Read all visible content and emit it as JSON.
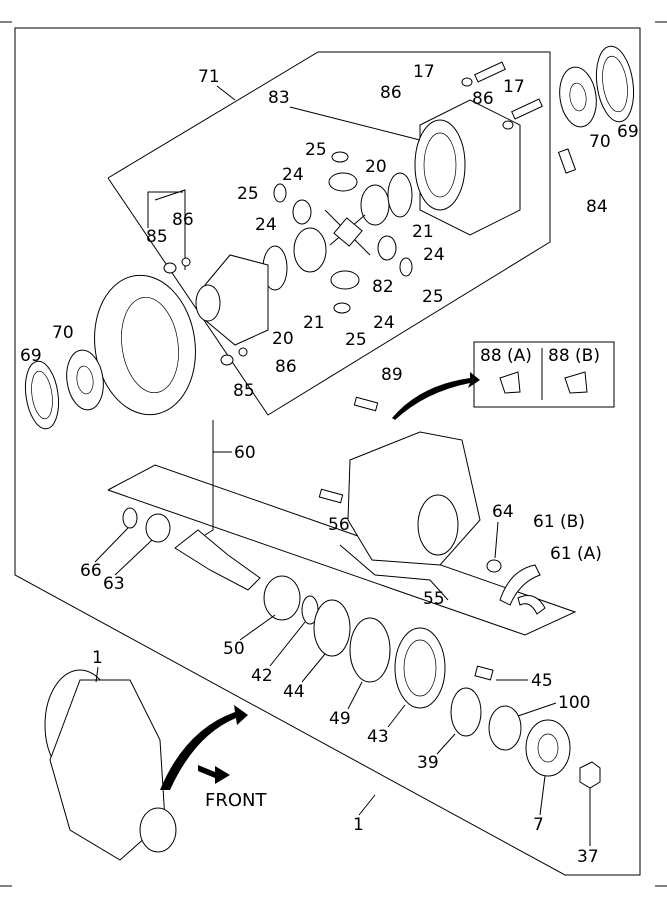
{
  "labels": [
    {
      "key": "71",
      "text": "71"
    },
    {
      "key": "17a",
      "text": "17"
    },
    {
      "key": "86a",
      "text": "86"
    },
    {
      "key": "17b",
      "text": "17"
    },
    {
      "key": "86b",
      "text": "86"
    },
    {
      "key": "83",
      "text": "83"
    },
    {
      "key": "69a",
      "text": "69"
    },
    {
      "key": "70a",
      "text": "70"
    },
    {
      "key": "25a",
      "text": "25"
    },
    {
      "key": "24a",
      "text": "24"
    },
    {
      "key": "20a",
      "text": "20"
    },
    {
      "key": "25b",
      "text": "25"
    },
    {
      "key": "85a",
      "text": "85"
    },
    {
      "key": "86c",
      "text": "86"
    },
    {
      "key": "24b",
      "text": "24"
    },
    {
      "key": "21a",
      "text": "21"
    },
    {
      "key": "84",
      "text": "84"
    },
    {
      "key": "24c",
      "text": "24"
    },
    {
      "key": "82",
      "text": "82"
    },
    {
      "key": "25c",
      "text": "25"
    },
    {
      "key": "20b",
      "text": "20"
    },
    {
      "key": "21b",
      "text": "21"
    },
    {
      "key": "24d",
      "text": "24"
    },
    {
      "key": "25d",
      "text": "25"
    },
    {
      "key": "70b",
      "text": "70"
    },
    {
      "key": "69b",
      "text": "69"
    },
    {
      "key": "86d",
      "text": "86"
    },
    {
      "key": "85b",
      "text": "85"
    },
    {
      "key": "88A",
      "text": "88 (A)"
    },
    {
      "key": "88B",
      "text": "88 (B)"
    },
    {
      "key": "89",
      "text": "89"
    },
    {
      "key": "60",
      "text": "60"
    },
    {
      "key": "56",
      "text": "56"
    },
    {
      "key": "64",
      "text": "64"
    },
    {
      "key": "61B",
      "text": "61 (B)"
    },
    {
      "key": "61A",
      "text": "61 (A)"
    },
    {
      "key": "66",
      "text": "66"
    },
    {
      "key": "63",
      "text": "63"
    },
    {
      "key": "55",
      "text": "55"
    },
    {
      "key": "50",
      "text": "50"
    },
    {
      "key": "42",
      "text": "42"
    },
    {
      "key": "44",
      "text": "44"
    },
    {
      "key": "49",
      "text": "49"
    },
    {
      "key": "43",
      "text": "43"
    },
    {
      "key": "45",
      "text": "45"
    },
    {
      "key": "100",
      "text": "100"
    },
    {
      "key": "39",
      "text": "39"
    },
    {
      "key": "1a",
      "text": "1"
    },
    {
      "key": "1b",
      "text": "1"
    },
    {
      "key": "7",
      "text": "7"
    },
    {
      "key": "37",
      "text": "37"
    }
  ],
  "front_label": "FRONT"
}
